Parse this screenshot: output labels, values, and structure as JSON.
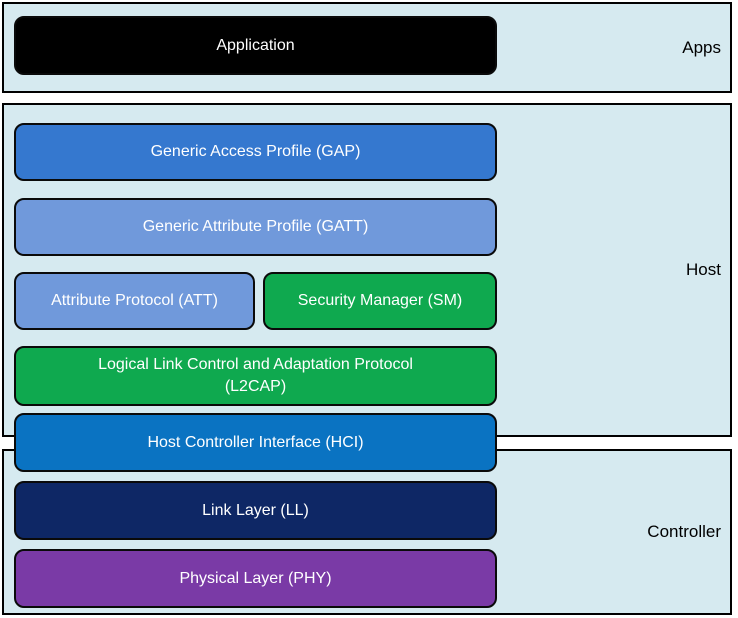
{
  "sections": [
    {
      "id": "apps",
      "label": "Apps"
    },
    {
      "id": "host",
      "label": "Host"
    },
    {
      "id": "controller",
      "label": "Controller"
    }
  ],
  "blocks": {
    "application": {
      "label": "Application"
    },
    "gap": {
      "label": "Generic Access Profile (GAP)"
    },
    "gatt": {
      "label": "Generic Attribute Profile (GATT)"
    },
    "att": {
      "label": "Attribute Protocol (ATT)"
    },
    "sm": {
      "label": "Security Manager (SM)"
    },
    "l2cap": {
      "line1": "Logical Link Control and Adaptation Protocol",
      "line2": "(L2CAP)"
    },
    "hci": {
      "label": "Host Controller Interface (HCI)"
    },
    "ll": {
      "label": "Link Layer (LL)"
    },
    "phy": {
      "label": "Physical Layer (PHY)"
    }
  },
  "colors": {
    "section_bg": "#d6eaf0",
    "application": "#000000",
    "gap_blue": "#3578cf",
    "light_blue": "#7099db",
    "green": "#0fa94f",
    "hci_blue": "#0a73c2",
    "navy": "#0e2765",
    "purple": "#7a3aa6"
  }
}
